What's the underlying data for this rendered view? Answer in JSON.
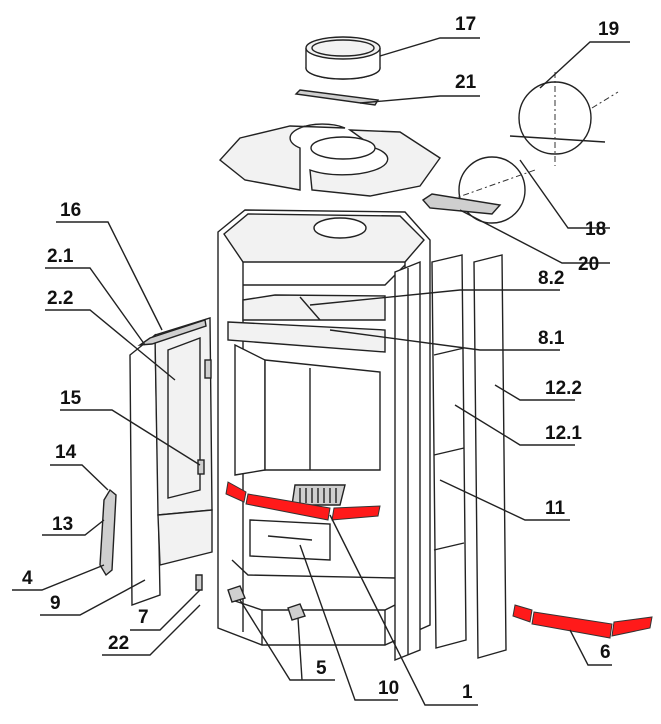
{
  "diagram": {
    "highlight_color": "#ff1a1a",
    "callouts": [
      {
        "id": "c17",
        "label": "17"
      },
      {
        "id": "c21",
        "label": "21"
      },
      {
        "id": "c19",
        "label": "19"
      },
      {
        "id": "c18",
        "label": "18"
      },
      {
        "id": "c20",
        "label": "20"
      },
      {
        "id": "c16",
        "label": "16"
      },
      {
        "id": "c2_1",
        "label": "2.1"
      },
      {
        "id": "c2_2",
        "label": "2.2"
      },
      {
        "id": "c8_2",
        "label": "8.2"
      },
      {
        "id": "c8_1",
        "label": "8.1"
      },
      {
        "id": "c15",
        "label": "15"
      },
      {
        "id": "c12_2",
        "label": "12.2"
      },
      {
        "id": "c14",
        "label": "14"
      },
      {
        "id": "c12_1",
        "label": "12.1"
      },
      {
        "id": "c13",
        "label": "13"
      },
      {
        "id": "c11",
        "label": "11"
      },
      {
        "id": "c4",
        "label": "4"
      },
      {
        "id": "c9",
        "label": "9"
      },
      {
        "id": "c7",
        "label": "7"
      },
      {
        "id": "c6",
        "label": "6"
      },
      {
        "id": "c22",
        "label": "22"
      },
      {
        "id": "c5",
        "label": "5"
      },
      {
        "id": "c10",
        "label": "10"
      },
      {
        "id": "c1",
        "label": "1"
      }
    ]
  }
}
